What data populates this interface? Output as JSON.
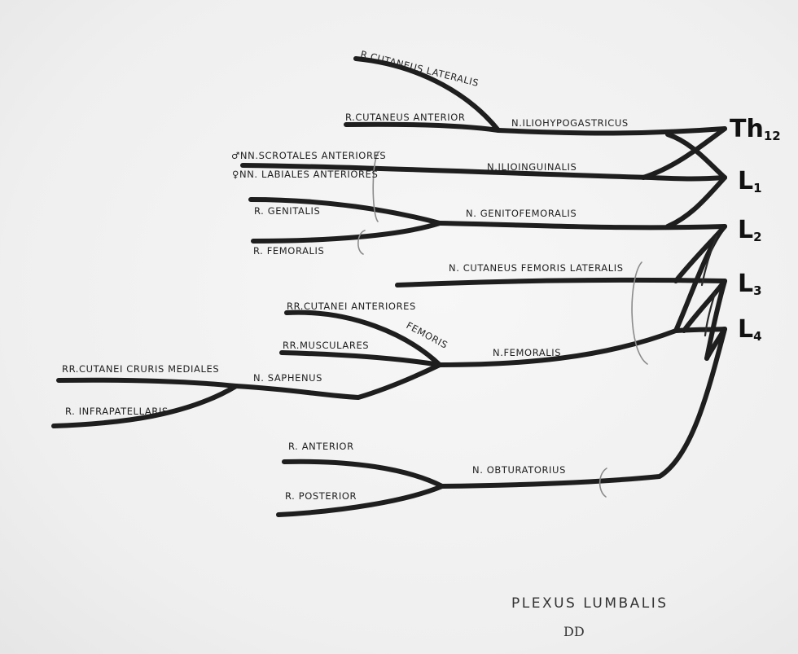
{
  "roots": {
    "th12": {
      "main": "Th",
      "sub": "12"
    },
    "l1": {
      "main": "L",
      "sub": "1"
    },
    "l2": {
      "main": "L",
      "sub": "2"
    },
    "l3": {
      "main": "L",
      "sub": "3"
    },
    "l4": {
      "main": "L",
      "sub": "4"
    }
  },
  "labels": {
    "r_cutaneus_lateralis": "R.CUTANEUS LATERALIS",
    "r_cutaneus_anterior": "R.CUTANEUS ANTERIOR",
    "n_iliohypogastricus": "N.ILIOHYPOGASTRICUS",
    "nn_scrotales": "♂NN.SCROTALES ANTERIORES",
    "nn_labiales": "♀NN. LABIALES ANTERIORES",
    "n_ilioinguinalis": "N.ILIOINGUINALIS",
    "r_genitalis": "R. GENITALIS",
    "n_genitofemoralis": "N. GENITOFEMORALIS",
    "r_femoralis": "R. FEMORALIS",
    "n_cutaneus_femoris_lateralis": "N. CUTANEUS FEMORIS LATERALIS",
    "rr_cutanei_anteriores": "RR.CUTANEI ANTERIORES",
    "femoris": "FEMORIS",
    "rr_musculares": "RR.MUSCULARES",
    "n_femoralis": "N.FEMORALIS",
    "rr_cutanei_cruris": "RR.CUTANEI CRURIS MEDIALES",
    "n_saphenus": "N. SAPHENUS",
    "r_infrapatellaris": "R. INFRAPATELLARIS",
    "r_anterior": "R. ANTERIOR",
    "n_obturatorius": "N. OBTURATORIUS",
    "r_posterior": "R. POSTERIOR"
  },
  "title": "PLEXUS LUMBALIS",
  "signature": "DD"
}
